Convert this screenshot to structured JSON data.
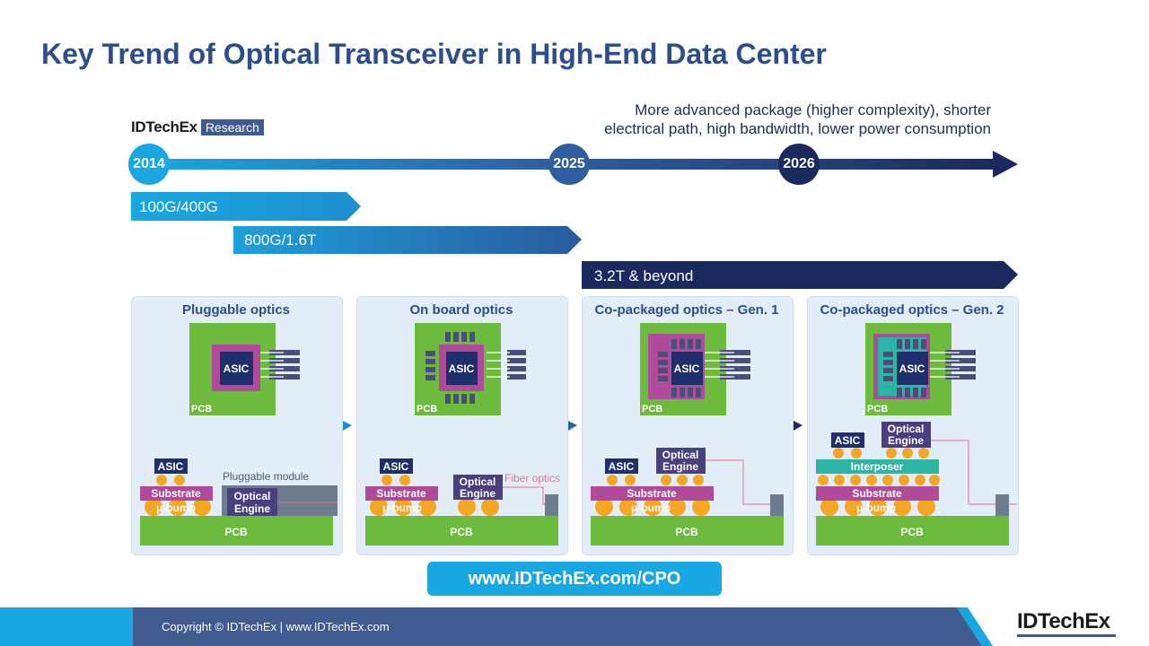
{
  "title": "Key Trend of Optical Transceiver in High-End Data Center",
  "brand": {
    "name": "IDTechEx",
    "tag": "Research"
  },
  "advanced_text": [
    "More advanced package (higher complexity), shorter",
    "electrical path, high bandwidth, lower power consumption"
  ],
  "timeline": {
    "years": [
      "2014",
      "2025",
      "2026"
    ]
  },
  "bars": [
    "100G/400G",
    "800G/1.6T",
    "3.2T & beyond"
  ],
  "panels": [
    {
      "title": "Pluggable optics",
      "chip": "ASIC",
      "pcb": "PCB",
      "asic": "ASIC",
      "substrate": "Substrate",
      "bump": "μ-bump",
      "base": "PCB",
      "module_label": "Pluggable module",
      "engine": [
        "Optical",
        "Engine"
      ]
    },
    {
      "title": "On board optics",
      "chip": "ASIC",
      "pcb": "PCB",
      "asic": "ASIC",
      "substrate": "Substrate",
      "bump": "μ-bump",
      "base": "PCB",
      "fiber": "Fiber optics",
      "engine": [
        "Optical",
        "Engine"
      ]
    },
    {
      "title": "Co-packaged optics – Gen. 1",
      "chip": "ASIC",
      "pcb": "PCB",
      "asic": "ASIC",
      "substrate": "Substrate",
      "bump": "μ-bump",
      "base": "PCB",
      "engine": [
        "Optical",
        "Engine"
      ]
    },
    {
      "title": "Co-packaged optics – Gen. 2",
      "chip": "ASIC",
      "pcb": "PCB",
      "asic": "ASIC",
      "substrate": "Substrate",
      "bump": "μ-bump",
      "base": "PCB",
      "interposer": "Interposer",
      "engine": [
        "Optical",
        "Engine"
      ]
    }
  ],
  "url": "www.IDTechEx.com/CPO",
  "footer": {
    "copyright": "Copyright © IDTechEx  |  www.IDTechEx.com",
    "logo": "IDTechEx"
  },
  "colors": {
    "title": "#2c4e8c",
    "cyan": "#18a7e0",
    "navy": "#1b2a5e",
    "green": "#6cbb3c",
    "magenta": "#b04a9a",
    "orange": "#f5a623",
    "asic": "#1f2f6b",
    "engine": "#4a3f7f",
    "interposer": "#2ab5a5"
  }
}
